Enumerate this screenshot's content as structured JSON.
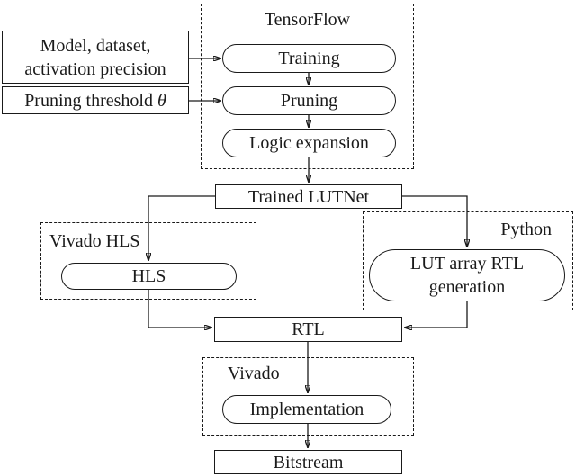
{
  "figure": {
    "background": "#ffffff",
    "line_color": "#1a1a1a",
    "groups": {
      "tensorflow": {
        "label": "TensorFlow"
      },
      "vivado_hls": {
        "label": "Vivado HLS"
      },
      "python": {
        "label": "Python"
      },
      "vivado": {
        "label": "Vivado"
      }
    },
    "nodes": {
      "model_dataset": {
        "line1": "Model, dataset,",
        "line2": "activation precision"
      },
      "pruning_threshold": {
        "text": "Pruning threshold",
        "symbol": "θ"
      },
      "training": {
        "label": "Training"
      },
      "pruning": {
        "label": "Pruning"
      },
      "logic_expansion": {
        "label": "Logic expansion"
      },
      "trained_lutnet": {
        "label": "Trained LUTNet"
      },
      "hls": {
        "label": "HLS"
      },
      "lut_array_rtl": {
        "line1": "LUT array RTL",
        "line2": "generation"
      },
      "rtl": {
        "label": "RTL"
      },
      "implementation": {
        "label": "Implementation"
      },
      "bitstream": {
        "label": "Bitstream"
      }
    }
  }
}
